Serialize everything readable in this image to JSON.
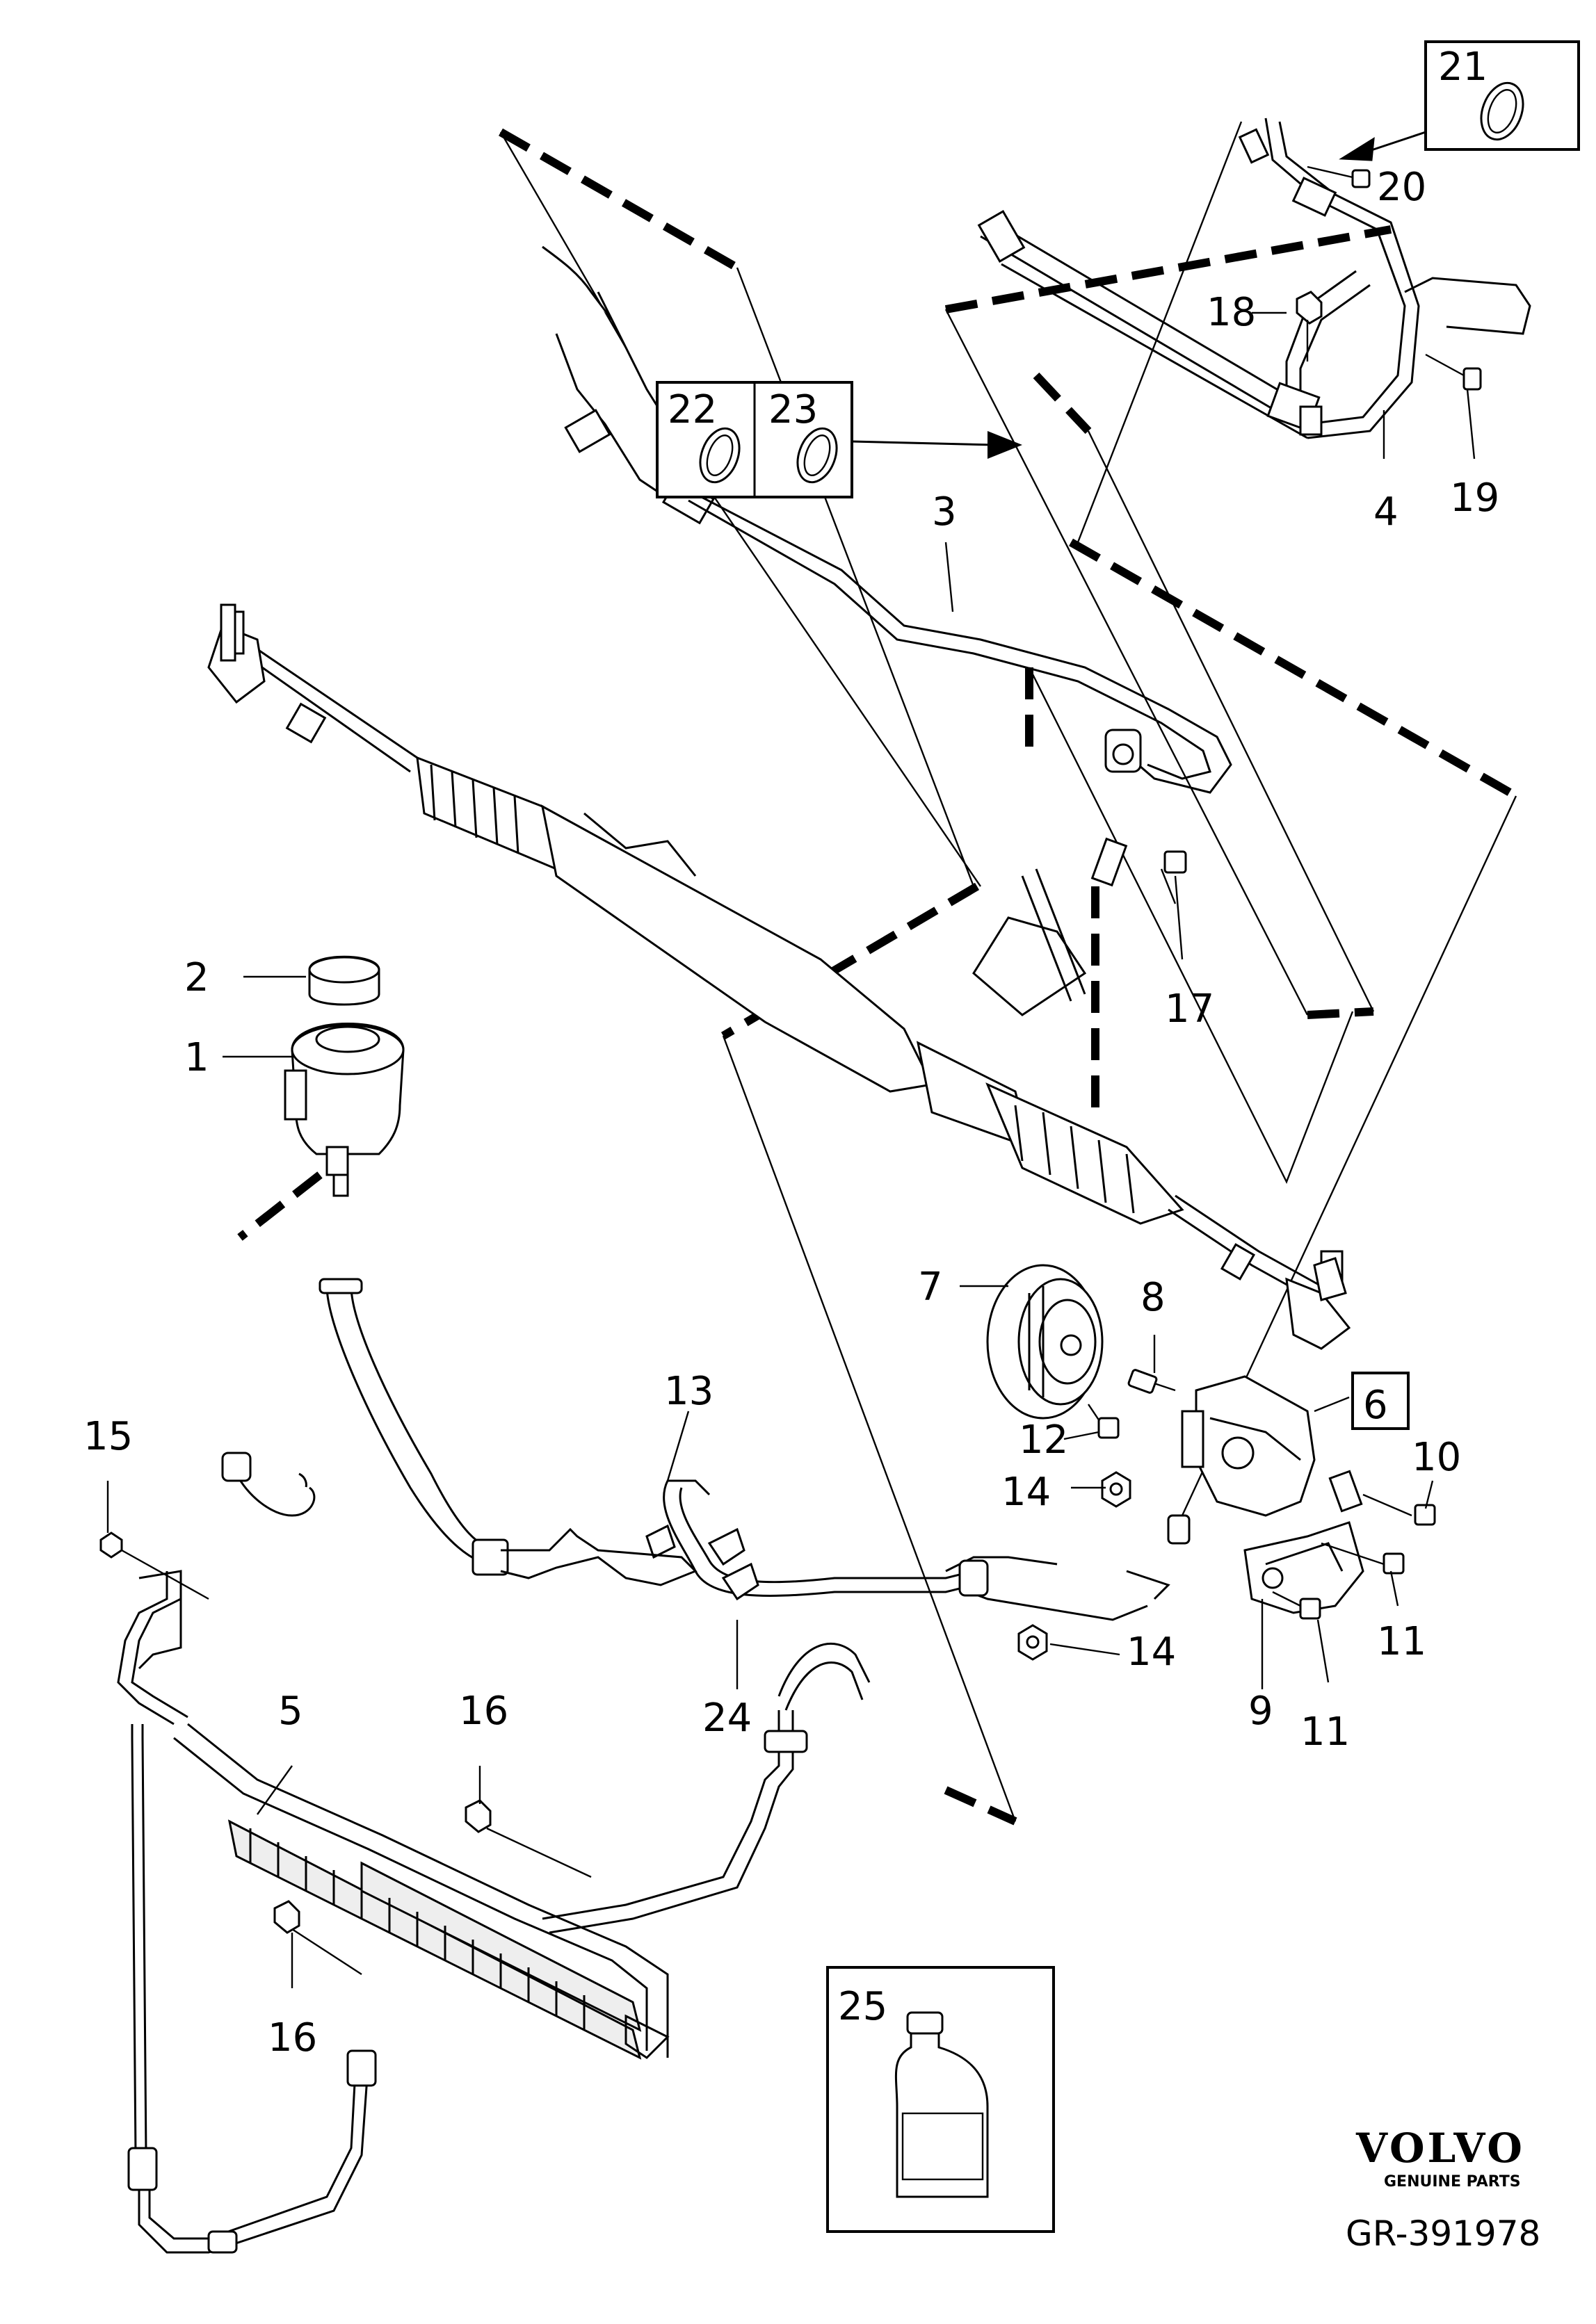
{
  "callouts": {
    "c1": "1",
    "c2": "2",
    "c3": "3",
    "c4": "4",
    "c5": "5",
    "c6": "6",
    "c7": "7",
    "c8": "8",
    "c9": "9",
    "c10": "10",
    "c11a": "11",
    "c11b": "11",
    "c12": "12",
    "c13": "13",
    "c14a": "14",
    "c14b": "14",
    "c15": "15",
    "c16a": "16",
    "c16b": "16",
    "c17": "17",
    "c18": "18",
    "c19": "19",
    "c20": "20",
    "c21": "21",
    "c22": "22",
    "c23": "23",
    "c24": "24",
    "c25": "25"
  },
  "brand": {
    "name": "VOLVO",
    "tagline": "GENUINE PARTS"
  },
  "diagram_code": "GR-391978"
}
